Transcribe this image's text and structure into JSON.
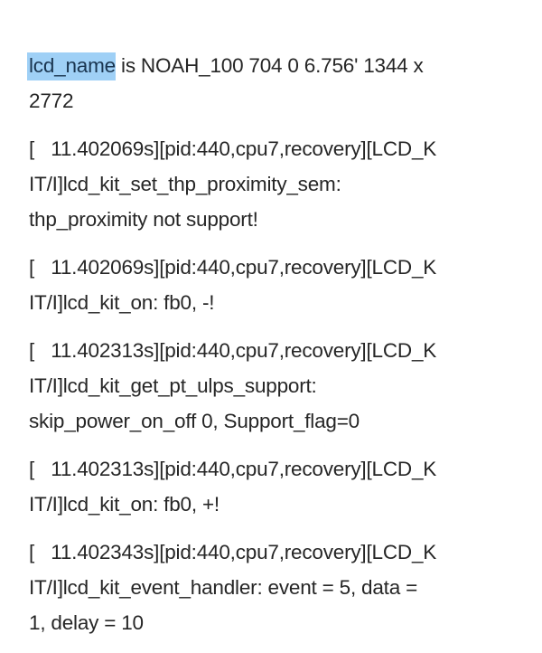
{
  "log": {
    "first": {
      "selected": "lcd_name",
      "rest": " is NOAH_100 704 0 6.756' 1344 x",
      "line2": "2772"
    },
    "paragraphs": [
      {
        "lines": [
          "[   11.402069s][pid:440,cpu7,recovery][LCD_K",
          "IT/I]lcd_kit_set_thp_proximity_sem:",
          "thp_proximity not support!"
        ]
      },
      {
        "lines": [
          "[   11.402069s][pid:440,cpu7,recovery][LCD_K",
          "IT/I]lcd_kit_on: fb0, -!"
        ]
      },
      {
        "lines": [
          "[   11.402313s][pid:440,cpu7,recovery][LCD_K",
          "IT/I]lcd_kit_get_pt_ulps_support:",
          "skip_power_on_off 0, Support_flag=0"
        ]
      },
      {
        "lines": [
          "[   11.402313s][pid:440,cpu7,recovery][LCD_K",
          "IT/I]lcd_kit_on: fb0, +!"
        ]
      },
      {
        "lines": [
          "[   11.402343s][pid:440,cpu7,recovery][LCD_K",
          "IT/I]lcd_kit_event_handler: event = 5, data =",
          "1, delay = 10"
        ]
      }
    ]
  }
}
